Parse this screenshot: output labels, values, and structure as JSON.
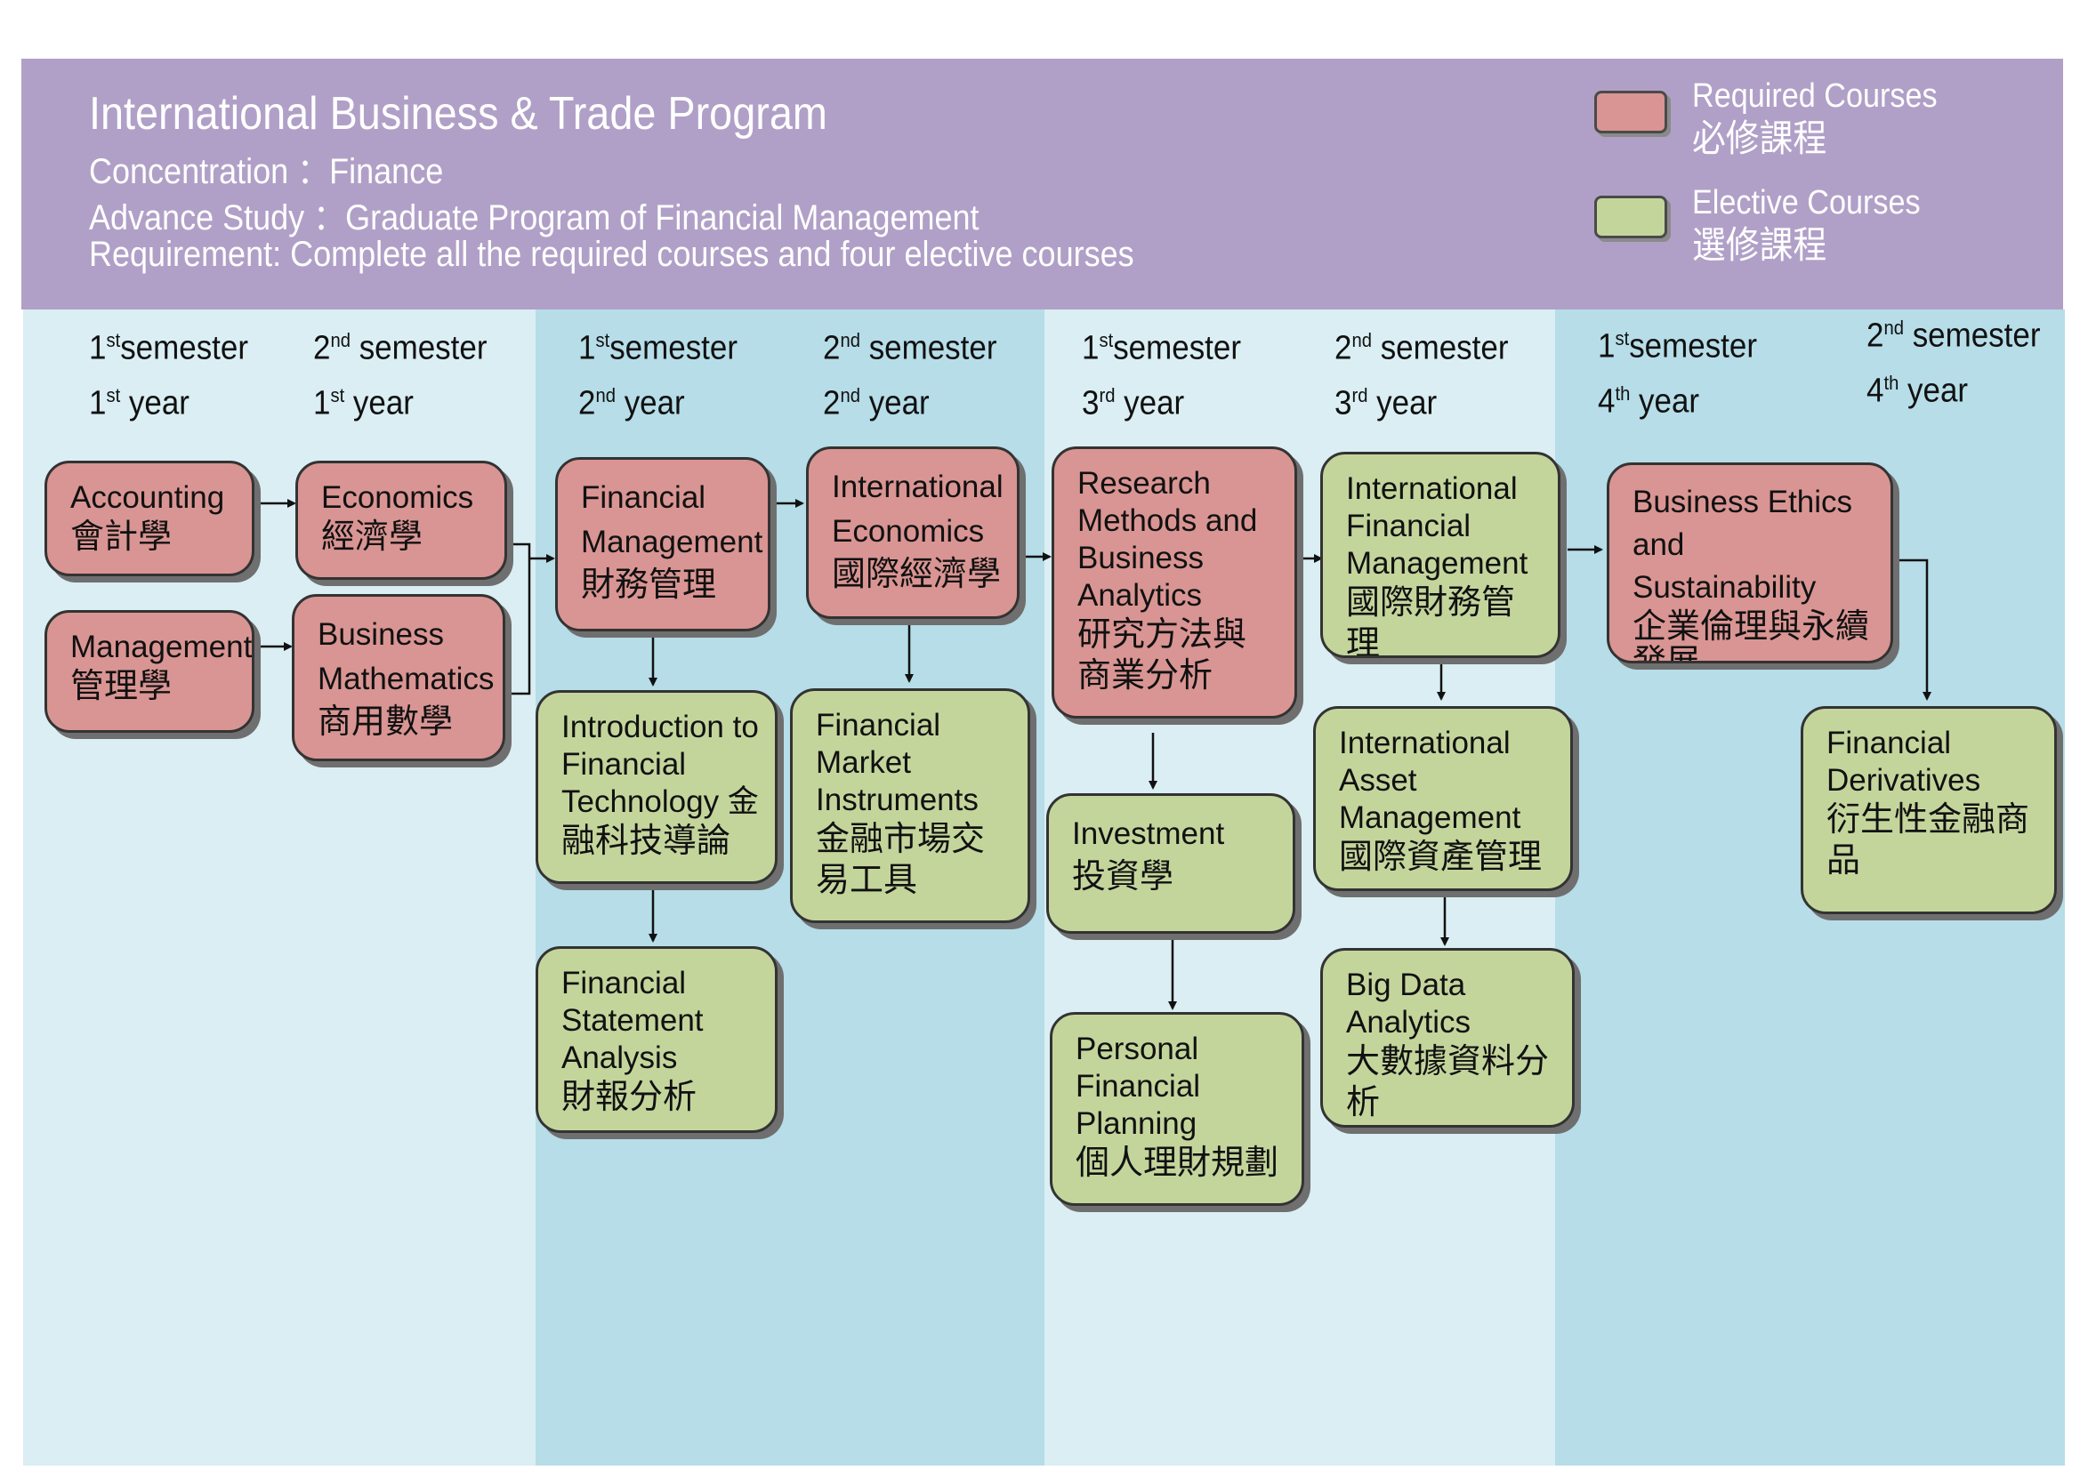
{
  "header": {
    "title": "International Business & Trade Program",
    "concentration": "Concentration ：Finance",
    "advance": "Advance Study ：Graduate Program of Financial Management",
    "requirement": "Requirement: Complete all the required courses and four elective courses"
  },
  "legend": {
    "required_en": "Required Courses",
    "required_zh": "必修課程",
    "elective_en": "Elective Courses",
    "elective_zh": "選修課程",
    "required_color": "#d99593",
    "elective_color": "#c4d59c"
  },
  "columns": [
    {
      "sem_num": "1",
      "sem_sup": "st",
      "sem_word": "semester",
      "year_num": "1",
      "year_sup": "st",
      "year_word": "year"
    },
    {
      "sem_num": "2",
      "sem_sup": "nd",
      "sem_word": "semester",
      "year_num": "1",
      "year_sup": "st",
      "year_word": "year"
    },
    {
      "sem_num": "1",
      "sem_sup": "st",
      "sem_word": "semester",
      "year_num": "2",
      "year_sup": "nd",
      "year_word": "year"
    },
    {
      "sem_num": "2",
      "sem_sup": "nd",
      "sem_word": "semester",
      "year_num": "2",
      "year_sup": "nd",
      "year_word": "year"
    },
    {
      "sem_num": "1",
      "sem_sup": "st",
      "sem_word": "semester",
      "year_num": "3",
      "year_sup": "rd",
      "year_word": "year"
    },
    {
      "sem_num": "2",
      "sem_sup": "nd",
      "sem_word": "semester",
      "year_num": "3",
      "year_sup": "rd",
      "year_word": "year"
    },
    {
      "sem_num": "1",
      "sem_sup": "st",
      "sem_word": "semester",
      "year_num": "4",
      "year_sup": "th",
      "year_word": "year"
    },
    {
      "sem_num": "2",
      "sem_sup": "nd",
      "sem_word": "semester",
      "year_num": "4",
      "year_sup": "th",
      "year_word": "year"
    }
  ],
  "courses": {
    "accounting": {
      "en": "Accounting",
      "zh": "會計學"
    },
    "economics": {
      "en": "Economics",
      "zh": "經濟學"
    },
    "management": {
      "en": "Management",
      "zh": "管理學"
    },
    "business_math": {
      "en": "Business\nMathematics",
      "zh": "商用數學"
    },
    "financial_mgmt": {
      "en": "Financial\nManagement",
      "zh": "財務管理"
    },
    "intro_fintech": {
      "en": "Introduction to\nFinancial\nTechnology 金",
      "zh": "融科技導論"
    },
    "fin_statement": {
      "en": "Financial\nStatement\nAnalysis",
      "zh": "財報分析"
    },
    "intl_econ": {
      "en": "International\nEconomics",
      "zh": "國際經濟學"
    },
    "fin_market": {
      "en": "Financial\nMarket\nInstruments",
      "zh": "金融市場交易工具"
    },
    "research": {
      "en": "Research\nMethods and\nBusiness\nAnalytics",
      "zh": "研究方法與商業分析"
    },
    "investment": {
      "en": "Investment",
      "zh": "投資學"
    },
    "personal_fin": {
      "en": "Personal\nFinancial\nPlanning",
      "zh": "個人理財規劃"
    },
    "intl_fin_mgmt": {
      "en": "International\nFinancial\nManagement",
      "zh": "國際財務管理"
    },
    "intl_asset": {
      "en": "International\nAsset\nManagement",
      "zh": "國際資產管理"
    },
    "big_data": {
      "en": "Big Data\nAnalytics",
      "zh": "大數據資料分析"
    },
    "ethics": {
      "en": "Business Ethics\nand Sustainability",
      "zh": "企業倫理與永續發展"
    },
    "derivatives": {
      "en": "Financial\nDerivatives",
      "zh": "衍生性金融商品"
    }
  }
}
